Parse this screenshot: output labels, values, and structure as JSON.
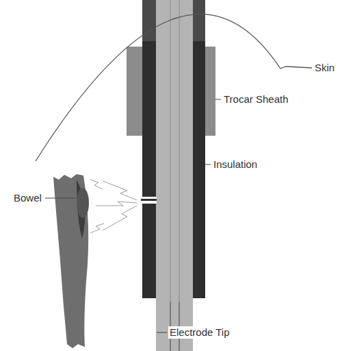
{
  "diagram": {
    "labels": [
      "Skin",
      "Trocar Sheath",
      "Insulation",
      "Bowel",
      "Electrode Tip"
    ]
  }
}
